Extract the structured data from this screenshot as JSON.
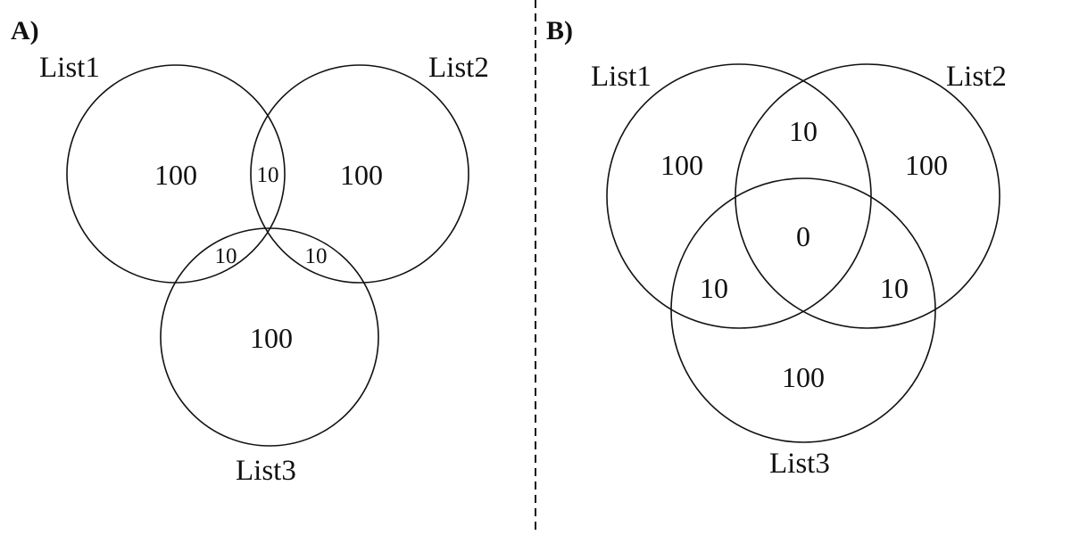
{
  "panel_a": {
    "label": "A)",
    "sets": {
      "list1": "List1",
      "list2": "List2",
      "list3": "List3"
    },
    "regions": {
      "only_list1": "100",
      "only_list2": "100",
      "only_list3": "100",
      "list1_list2": "10",
      "list1_list3": "10",
      "list2_list3": "10"
    }
  },
  "panel_b": {
    "label": "B)",
    "sets": {
      "list1": "List1",
      "list2": "List2",
      "list3": "List3"
    },
    "regions": {
      "only_list1": "100",
      "only_list2": "100",
      "only_list3": "100",
      "list1_list2": "10",
      "list1_list3": "10",
      "list2_list3": "10",
      "all_three": "0"
    }
  }
}
